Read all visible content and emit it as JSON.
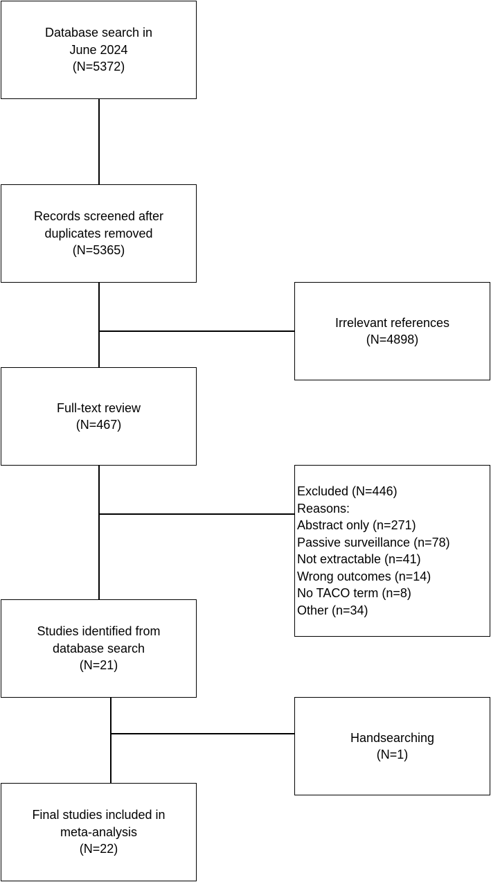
{
  "boxes": {
    "database_search": {
      "lines": [
        "Database search in",
        "June 2024",
        "(N=5372)"
      ]
    },
    "records_screened": {
      "lines": [
        "Records screened after",
        "duplicates removed",
        "(N=5365)"
      ]
    },
    "irrelevant": {
      "lines": [
        "Irrelevant references",
        "(N=4898)"
      ]
    },
    "full_text": {
      "lines": [
        "Full-text review",
        "(N=467)"
      ]
    },
    "excluded": {
      "lines": [
        "Excluded (N=446)",
        "Reasons:",
        "Abstract only (n=271)",
        "Passive surveillance (n=78)",
        "Not extractable (n=41)",
        "Wrong outcomes (n=14)",
        "No TACO term (n=8)",
        "Other (n=34)"
      ]
    },
    "studies_identified": {
      "lines": [
        "Studies identified from",
        "database search",
        "(N=21)"
      ]
    },
    "handsearching": {
      "lines": [
        "Handsearching",
        "(N=1)"
      ]
    },
    "final_studies": {
      "lines": [
        "Final studies included in",
        "meta-analysis",
        "(N=22)"
      ]
    }
  }
}
